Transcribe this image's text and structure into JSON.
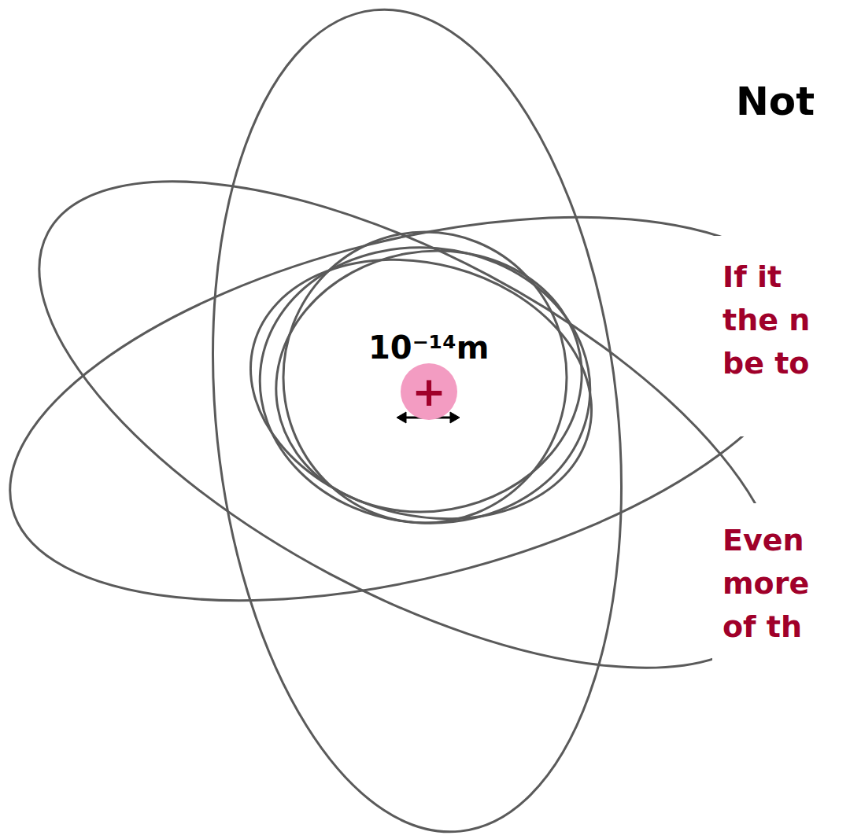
{
  "diagram": {
    "title": "Not",
    "nodes": [
      {
        "text": [
          "+"
        ]
      }
    ],
    "labels": [
      "10⁻¹⁴m",
      "If it the n be to",
      "Even more of th"
    ]
  }
}
